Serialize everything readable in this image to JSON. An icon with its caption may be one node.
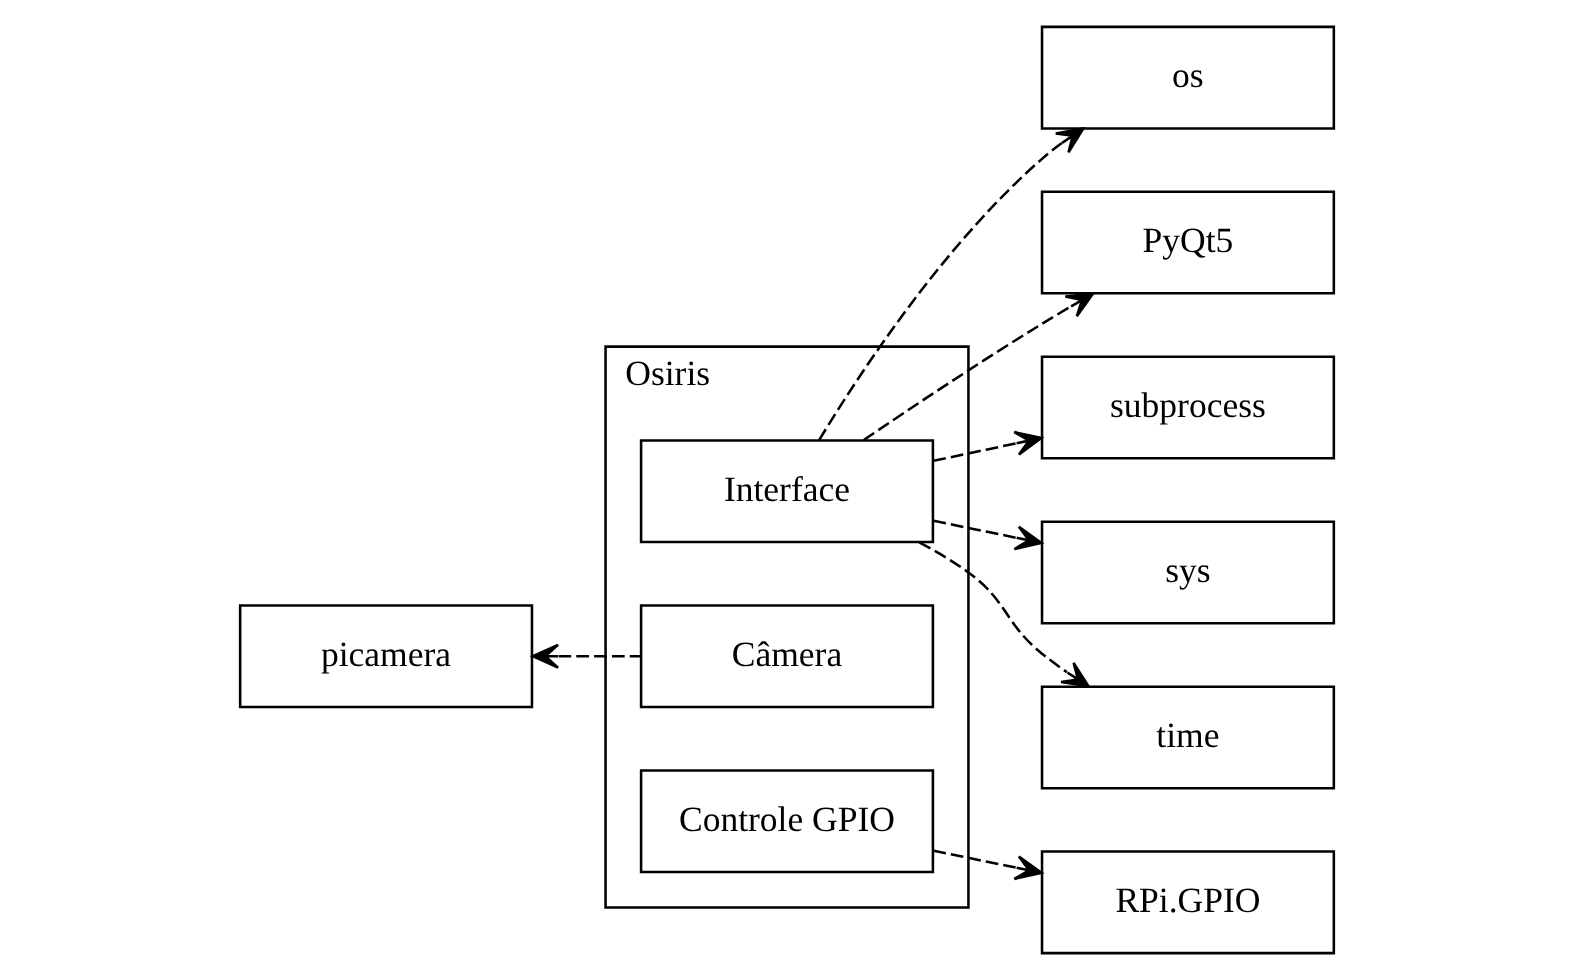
{
  "diagram": {
    "nodes": [
      {
        "text": [
          "Osiris"
        ]
      },
      {
        "text": [
          "Interface"
        ],
        "in": 0
      },
      {
        "text": [
          "Câmera"
        ],
        "in": 0
      },
      {
        "text": [
          "Controle GPIO"
        ],
        "in": 0
      },
      {
        "text": [
          "picamera"
        ]
      },
      {
        "text": [
          "os"
        ]
      },
      {
        "text": [
          "PyQt5"
        ]
      },
      {
        "text": [
          "subprocess"
        ]
      },
      {
        "text": [
          "sys"
        ]
      },
      {
        "text": [
          "time"
        ]
      },
      {
        "text": [
          "RPi.GPIO"
        ]
      }
    ],
    "edges": [
      {
        "from": 1,
        "to": 5,
        "arrow": "to",
        "style": "dashed"
      },
      {
        "from": 1,
        "to": 6,
        "arrow": "to",
        "style": "dashed"
      },
      {
        "from": 1,
        "to": 7,
        "arrow": "to",
        "style": "dashed"
      },
      {
        "from": 1,
        "to": 8,
        "arrow": "to",
        "style": "dashed"
      },
      {
        "from": 1,
        "to": 9,
        "arrow": "to",
        "style": "dashed"
      },
      {
        "from": 2,
        "to": 4,
        "arrow": "to",
        "style": "dashed"
      },
      {
        "from": 3,
        "to": 10,
        "arrow": "to",
        "style": "dashed"
      }
    ]
  }
}
